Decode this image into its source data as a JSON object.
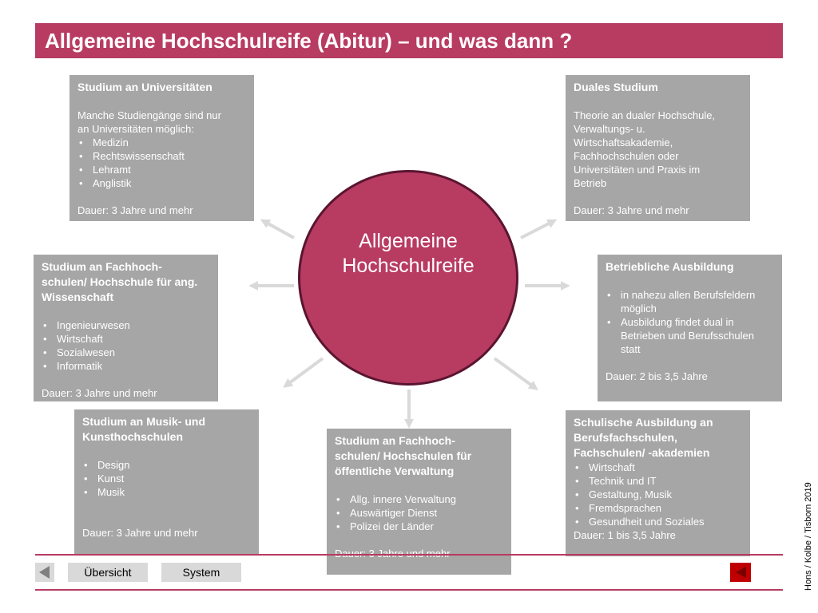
{
  "title": "Allgemeine Hochschulreife (Abitur) – und was dann ?",
  "center": {
    "label": "Allgemeine\nHochschulreife"
  },
  "boxes": {
    "universitaeten": {
      "title": "Studium an Universitäten",
      "intro": "Manche Studiengänge sind nur\nan Universitäten möglich:",
      "items": [
        "Medizin",
        "Rechtswissenschaft",
        "Lehramt",
        "Anglistik"
      ],
      "duration": "Dauer: 3 Jahre und mehr"
    },
    "duales": {
      "title": "Duales Studium",
      "intro": "Theorie an dualer Hochschule,\nVerwaltungs- u.\nWirtschaftsakademie,\nFachhochschulen oder\nUniversitäten und Praxis im\nBetrieb",
      "duration": "Dauer: 3 Jahre und mehr"
    },
    "fachhochschule": {
      "title": "Studium an Fachhoch-\nschulen/ Hochschule für ang.\nWissenschaft",
      "items": [
        "Ingenieurwesen",
        "Wirtschaft",
        "Sozialwesen",
        "Informatik"
      ],
      "duration": "Dauer: 3 Jahre und mehr"
    },
    "betrieblich": {
      "title": "Betriebliche Ausbildung",
      "items": [
        "in nahezu allen Berufsfeldern\nmöglich",
        "Ausbildung findet dual in\nBetrieben und Berufsschulen\nstatt"
      ],
      "duration": "Dauer: 2 bis 3,5 Jahre"
    },
    "musik": {
      "title": "Studium an Musik- und\nKunsthochschulen",
      "items": [
        "Design",
        "Kunst",
        "Musik"
      ],
      "duration": "Dauer: 3 Jahre und mehr"
    },
    "verwaltung": {
      "title": "Studium an Fachhoch-\nschulen/ Hochschulen für\nöffentliche Verwaltung",
      "items": [
        "Allg. innere Verwaltung",
        "Auswärtiger Dienst",
        "Polizei der Länder"
      ],
      "duration": "Dauer: 3 Jahre und mehr"
    },
    "schulisch": {
      "title": "Schulische Ausbildung an\nBerufsfachschulen,\nFachschulen/ -akademien",
      "items": [
        "Wirtschaft",
        "Technik und IT",
        "Gestaltung, Musik",
        "Fremdsprachen",
        "Gesundheit und Soziales"
      ],
      "duration": "Dauer: 1 bis 3,5 Jahre"
    }
  },
  "nav": {
    "overview": "Übersicht",
    "system": "System"
  },
  "credit": "Hons / Kolbe / Tisborn 2019",
  "colors": {
    "accent": "#b83b62",
    "box": "#a6a6a6",
    "arrow": "#d9d9d9",
    "nav_button": "#d9d9d9",
    "home_icon": "#c00000"
  }
}
